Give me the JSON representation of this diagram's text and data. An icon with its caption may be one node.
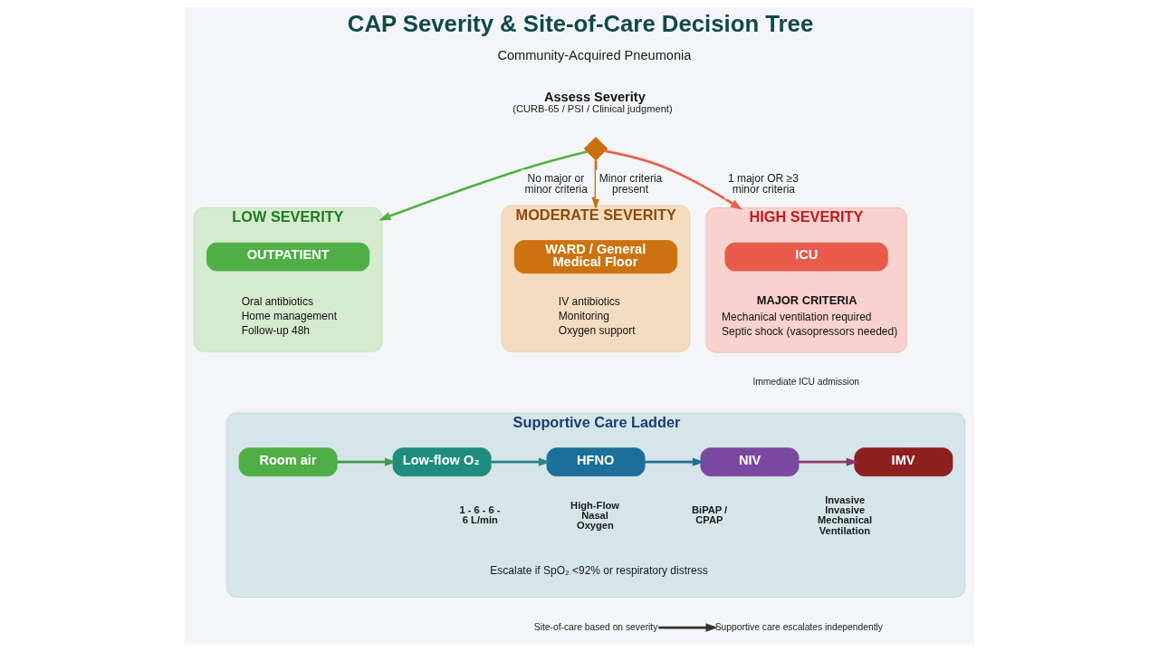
{
  "diagram": {
    "title": "CAP Severity & Site-of-Care Decision Tree",
    "nodes": [
      {
        "text": [],
        "shape": "diamond",
        "beside": [
          "Assess Severity",
          "(CURB-65 / PSI / Clinical judgment)"
        ]
      },
      {
        "text": [
          "LOW SEVERITY",
          "Oral antibiotics",
          "Home management",
          "Follow-up 48h"
        ]
      },
      {
        "text": [
          "OUTPATIENT"
        ],
        "in": 1
      },
      {
        "text": [
          "MODERATE SEVERITY",
          "IV antibiotics",
          "Monitoring",
          "Oxygen support"
        ]
      },
      {
        "text": [
          "WARD / General Medical Floor"
        ],
        "in": 3
      },
      {
        "text": [
          "HIGH SEVERITY",
          "MAJOR CRITERIA",
          "Mechanical ventilation required",
          "Septic shock (vasopressors needed)"
        ],
        "beside": [
          "Immediate ICU admission"
        ]
      },
      {
        "text": [
          "ICU"
        ],
        "in": 5
      },
      {
        "text": [
          "Supportive Care Ladder",
          "Escalate if SpO₂ <92% or respiratory distress"
        ]
      },
      {
        "text": [
          "Room air"
        ],
        "in": 7
      },
      {
        "text": [
          "Low-flow O₂"
        ],
        "in": 7,
        "beside": [
          "1 - 6 - 6 - 6 L/min"
        ]
      },
      {
        "text": [
          "HFNO"
        ],
        "in": 7,
        "beside": [
          "High-Flow Nasal Oxygen"
        ]
      },
      {
        "text": [
          "NIV"
        ],
        "in": 7,
        "beside": [
          "BiPAP / CPAP"
        ]
      },
      {
        "text": [
          "IMV"
        ],
        "in": 7,
        "beside": [
          "Invasive Invasive Mechanical Ventilation"
        ]
      },
      {
        "text": [
          "Site-of-care based on severity"
        ]
      },
      {
        "text": [
          "Supportive care escalates independently"
        ]
      }
    ],
    "edges": [
      {
        "from": 0,
        "to": 1,
        "arrow": "to",
        "label": "No major or minor criteria",
        "color": "#52b043"
      },
      {
        "from": 0,
        "to": 3,
        "arrow": "to",
        "label": "Minor criteria present",
        "color": "#c8700a"
      },
      {
        "from": 0,
        "to": 5,
        "arrow": "to",
        "label": "1 major OR ≥3 minor criteria",
        "color": "#e8604c"
      },
      {
        "from": 8,
        "to": 9,
        "arrow": "to",
        "color": "#3f9a48"
      },
      {
        "from": 9,
        "to": 10,
        "arrow": "to",
        "color": "#2a8386"
      },
      {
        "from": 10,
        "to": 11,
        "arrow": "to",
        "color": "#236f94"
      },
      {
        "from": 11,
        "to": 12,
        "arrow": "to",
        "color": "#8a3a6c"
      },
      {
        "from": 13,
        "to": 14,
        "arrow": "to",
        "color": "#333333"
      }
    ],
    "labels": [
      "Community-Acquired Pneumonia"
    ]
  }
}
